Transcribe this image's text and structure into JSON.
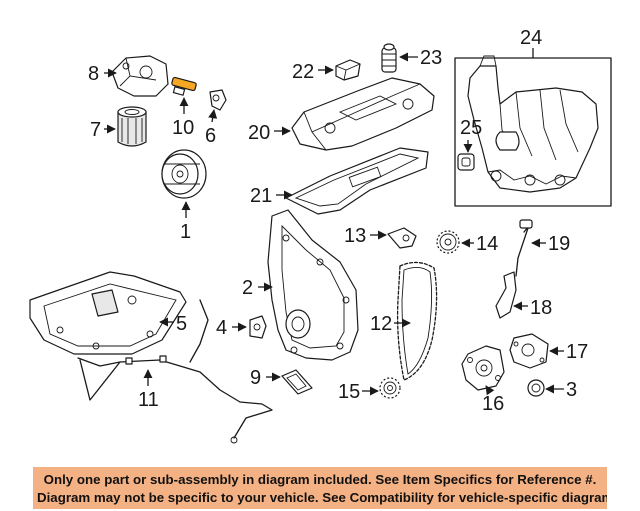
{
  "callouts": [
    "1",
    "2",
    "3",
    "4",
    "5",
    "6",
    "7",
    "8",
    "9",
    "10",
    "11",
    "12",
    "13",
    "14",
    "15",
    "16",
    "17",
    "18",
    "19",
    "20",
    "21",
    "22",
    "23",
    "24",
    "25"
  ],
  "notice": {
    "line1": "Only one part or sub-assembly in diagram included. See Item Specifics for Reference #.",
    "line2": "Diagram may not be specific to your vehicle. See Compatibility for vehicle-specific diagrams."
  },
  "colors": {
    "highlight": "#f5a623",
    "banner": "#f4b183"
  }
}
